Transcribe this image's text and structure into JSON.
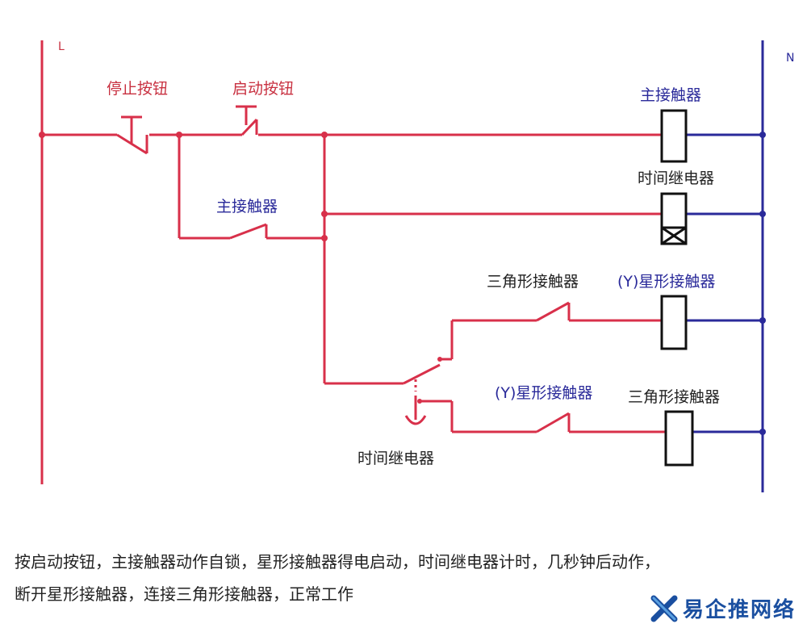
{
  "diagram": {
    "colors": {
      "live": "#d8304a",
      "neutral": "#2a2a9a",
      "text_red": "#c83040",
      "text_blue": "#2a2a9a",
      "text_black": "#222222"
    },
    "lines": {
      "live": "L",
      "neutral": "N"
    },
    "labels": {
      "stop_button": "停止按钮",
      "start_button": "启动按钮",
      "main_contactor_coil": "主接触器",
      "time_relay_coil": "时间继电器",
      "main_contactor_aux": "主接触器",
      "delta_contactor_nc": "三角形接触器",
      "star_contactor_coil": "(Y)星形接触器",
      "star_contactor_nc": "(Y)星形接触器",
      "delta_contactor_coil": "三角形接触器",
      "time_relay_contact": "时间继电器"
    }
  },
  "caption": {
    "line1": "按启动按钮，主接触器动作自锁，星形接触器得电启动，时间继电器计时，几秒钟后动作，",
    "line2": "断开星形接触器，连接三角形接触器，正常工作"
  },
  "watermark": {
    "text": "易企推网络",
    "icon": "x-logo-icon"
  }
}
